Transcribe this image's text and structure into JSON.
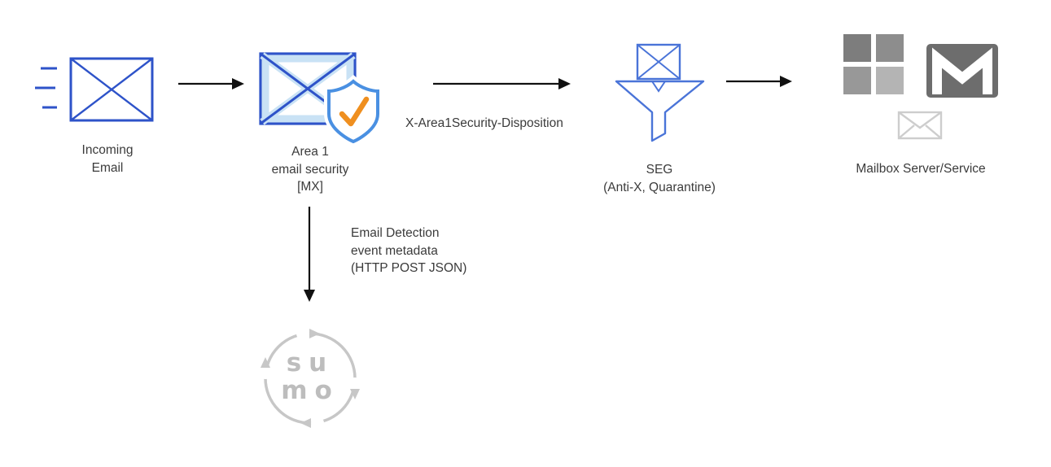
{
  "diagram": {
    "nodes": {
      "incoming_email": {
        "label": [
          "Incoming",
          "Email"
        ]
      },
      "area1": {
        "label": [
          "Area 1",
          "email security",
          "[MX]"
        ]
      },
      "seg": {
        "label": [
          "SEG",
          "(Anti-X, Quarantine)"
        ]
      },
      "mailbox": {
        "label": "Mailbox Server/Service"
      },
      "sumo_logic": {
        "wordmark": [
          "su",
          "mo"
        ]
      }
    },
    "edges": {
      "area1_to_seg": {
        "label": "X-Area1Security-Disposition"
      },
      "area1_to_sumo": {
        "label": [
          "Email Detection",
          "event metadata",
          "(HTTP POST JSON)"
        ]
      }
    },
    "colors": {
      "envelope_blue": "#2e53c9",
      "light_blue": "#c9e2f5",
      "shield_blue": "#4a90e2",
      "check_orange": "#ef8f1f",
      "arrow_black": "#111111",
      "ms_gray_1": "#7d7d7d",
      "ms_gray_2": "#8d8d8d",
      "ms_gray_3": "#989898",
      "ms_gray_4": "#b4b4b4",
      "mail_dark_gray": "#6d6d6d",
      "envelope_light_gray": "#cdcdcd",
      "sumo_gray": "#c7c7c7",
      "text_color": "#3b3b3b"
    }
  }
}
